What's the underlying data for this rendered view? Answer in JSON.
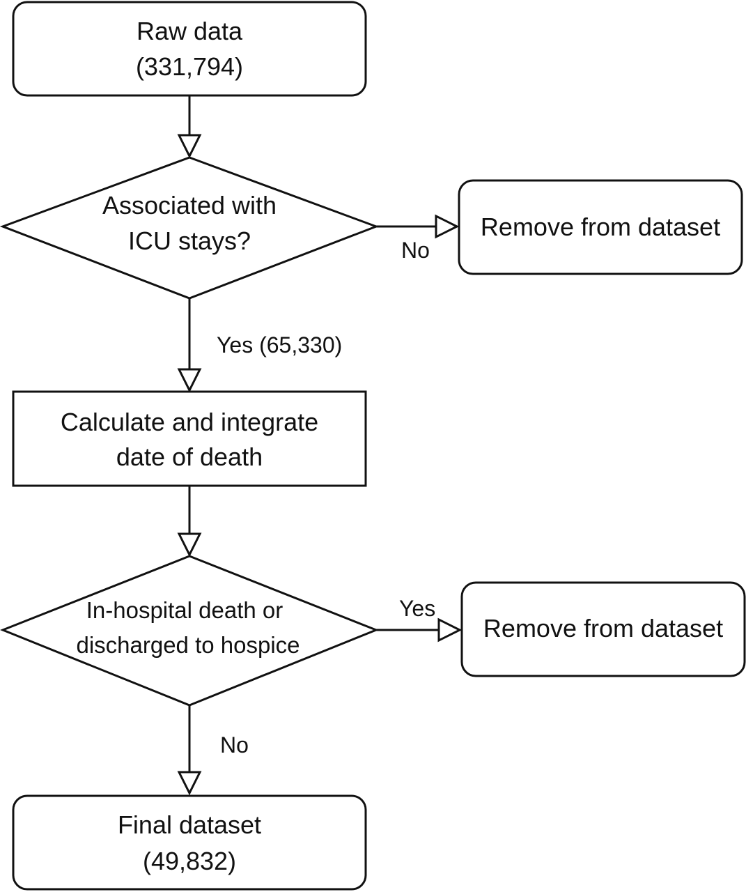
{
  "nodes": {
    "raw_data": {
      "line1": "Raw data",
      "line2": "(331,794)"
    },
    "icu_decision": {
      "line1": "Associated with",
      "line2": "ICU stays?"
    },
    "remove_1": {
      "label": "Remove from dataset"
    },
    "calculate": {
      "line1": "Calculate and integrate",
      "line2": "date of death"
    },
    "hospice_decision": {
      "line1": "In-hospital death or",
      "line2": "discharged to hospice"
    },
    "remove_2": {
      "label": "Remove from dataset"
    },
    "final": {
      "line1": "Final dataset",
      "line2": "(49,832)"
    }
  },
  "edges": {
    "icu_no": "No",
    "icu_yes": "Yes (65,330)",
    "hospice_yes": "Yes",
    "hospice_no": "No"
  },
  "colors": {
    "stroke": "#111111",
    "fill": "#ffffff"
  }
}
